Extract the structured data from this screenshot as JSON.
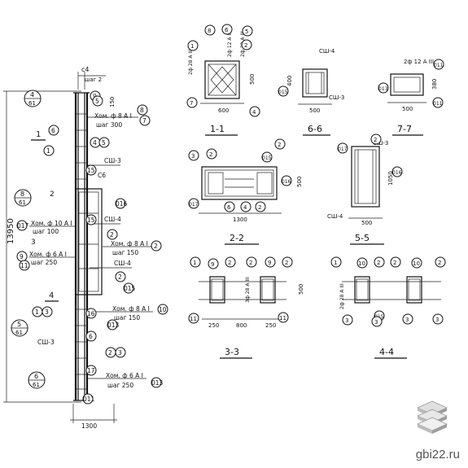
{
  "column": {
    "top_section": "с4",
    "top_step": "шаг 2",
    "dim_150": "150",
    "total_height": "13950",
    "bottom_width": "1300",
    "hoops": [
      {
        "label": "Хом. ф 8 А I",
        "step": "шаг 300"
      },
      {
        "label": "Хом. ф 10 А I",
        "step": "шаг 100"
      },
      {
        "label": "Хом. ф 8 А I",
        "step": "шаг 150"
      },
      {
        "label": "Хом. ф 6 А I",
        "step": "шаг 250"
      },
      {
        "label": "Хом. ф 8 А I",
        "step": "шаг 150"
      },
      {
        "label": "Хом. ф 6 А I",
        "step": "шаг 250"
      }
    ],
    "meshes": [
      "СШ-3",
      "С6",
      "СШ-4",
      "СШ-4",
      "СШ-3"
    ],
    "cut_labels": [
      "1",
      "2",
      "3",
      "4"
    ],
    "marker_1": "1",
    "marker_2": "2",
    "marker_3": "3",
    "marker_4": "4",
    "marker_5": "5",
    "marker_6": "6",
    "marker_7": "7",
    "marker_8": "8",
    "marker_9": "9",
    "marker_10": "10",
    "marker_11": "11",
    "marker_15": "15",
    "marker_16": "16",
    "marker_17": "17",
    "marker_011": "011",
    "marker_013": "013",
    "marker_015": "015",
    "marker_016": "016",
    "marker_017": "017",
    "node_refs": [
      {
        "num": "4",
        "sheet": "61"
      },
      {
        "num": "8",
        "sheet": "61"
      },
      {
        "num": "5",
        "sheet": "61"
      },
      {
        "num": "6",
        "sheet": "61"
      }
    ]
  },
  "sections": {
    "s11": {
      "title": "1-1",
      "w": "600",
      "h": "500",
      "bars": [
        "2ф 28 А III",
        "2ф 12 А III",
        "2ф 22 А III"
      ]
    },
    "s66": {
      "title": "6-6",
      "w": "500",
      "h": "400",
      "mesh_top": "СШ-4",
      "mesh_bot": "СШ-3"
    },
    "s77": {
      "title": "7-7",
      "w": "500",
      "h": "380",
      "bars": "2ф 12 А III"
    },
    "s22": {
      "title": "2-2",
      "w": "1300",
      "h": "500"
    },
    "s55": {
      "title": "5-5",
      "w": "500",
      "h": "1050",
      "mesh_top": "СШ-3",
      "mesh_bot": "СШ-4"
    },
    "s33": {
      "title": "3-3",
      "dims": [
        "250",
        "800",
        "250"
      ],
      "h": "500",
      "bars": "3ф 28 А III"
    },
    "s44": {
      "title": "4-4",
      "bars": "2ф 28 А III"
    }
  },
  "watermark": "gbi22.ru"
}
